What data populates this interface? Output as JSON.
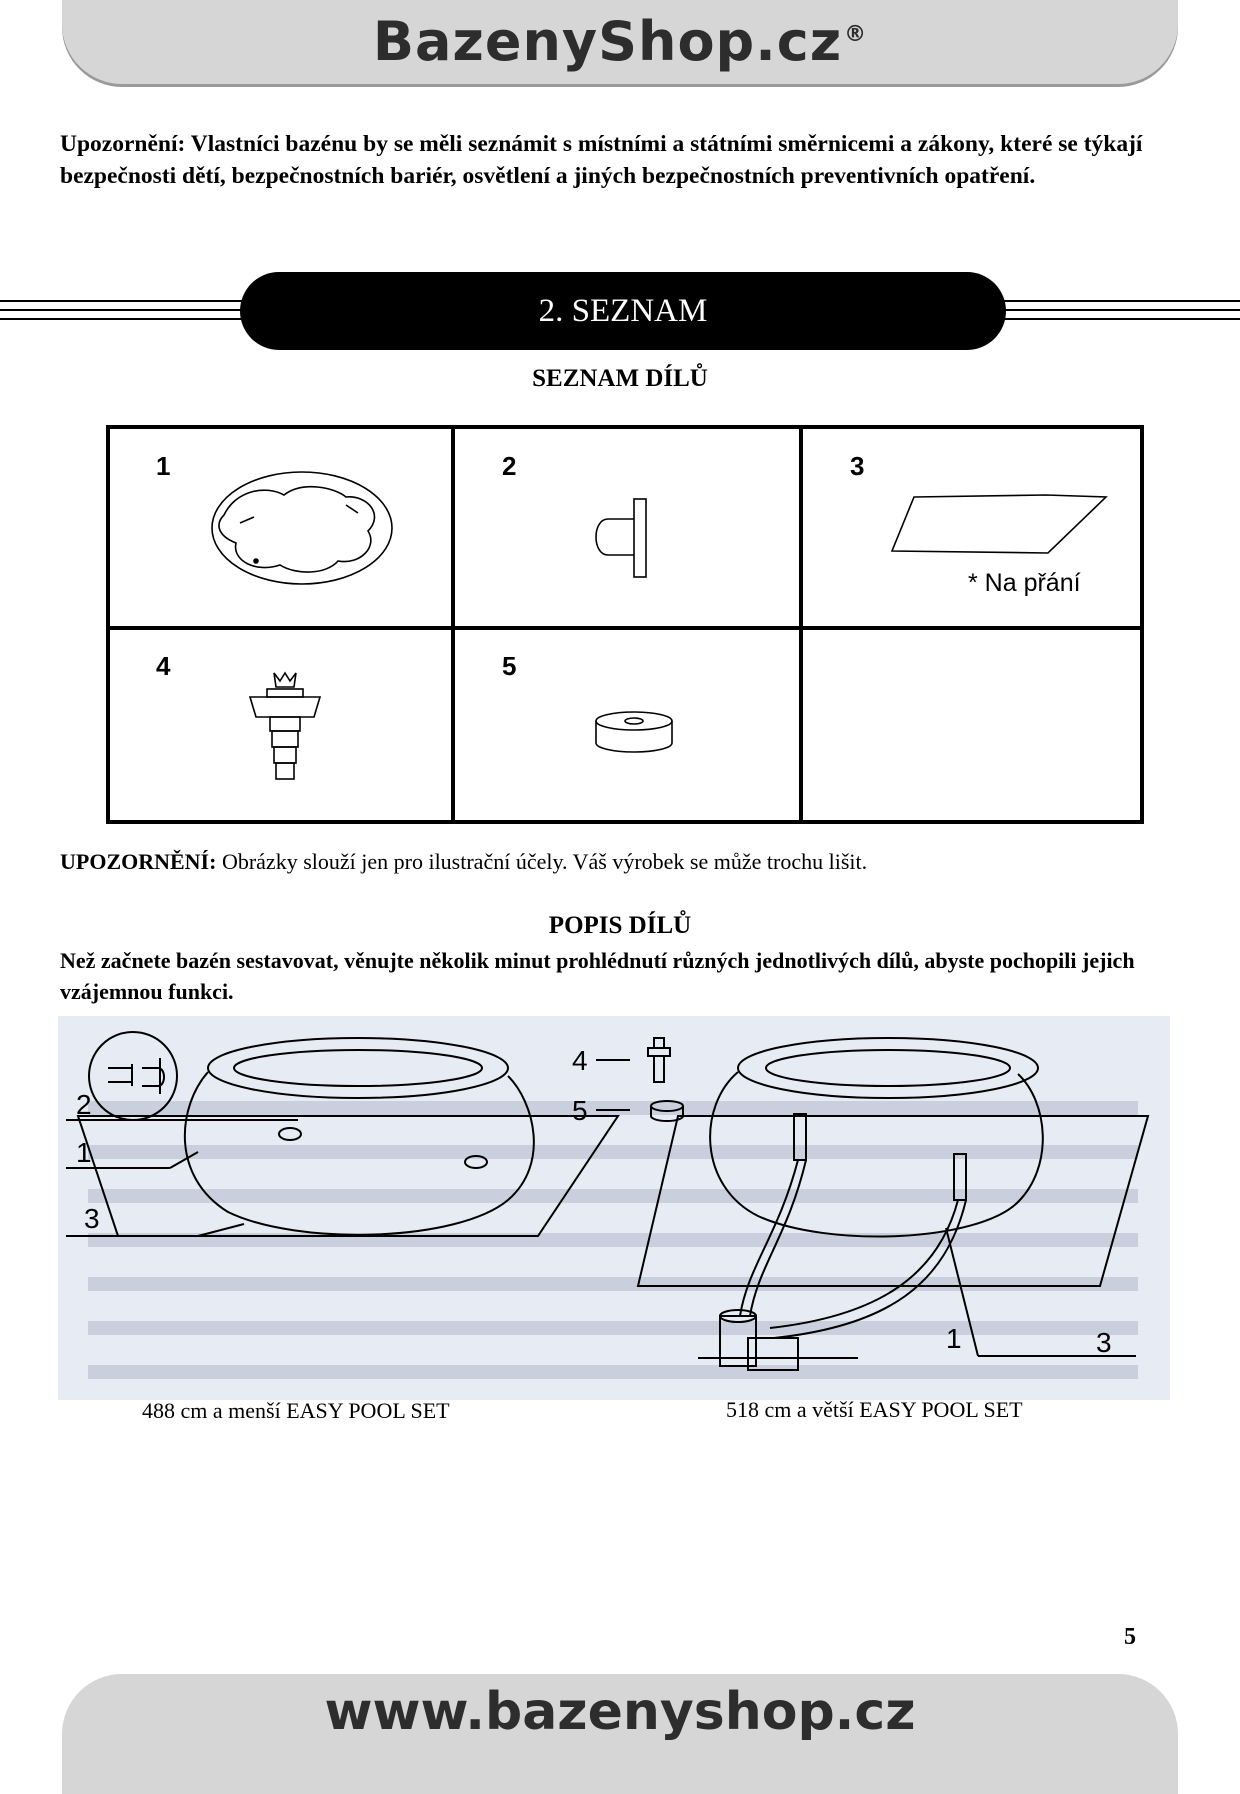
{
  "header": {
    "brand": "BazenyShop.cz",
    "registered": "®"
  },
  "warning": "Upozornění: Vlastníci bazénu by se měli seznámit s místními a státními směrnicemi a zákony, které se týkají bezpečnosti dětí, bezpečnostních bariér, osvětlení a jiných bezpečnostních preventivních opatření.",
  "section": {
    "title": "2. SEZNAM"
  },
  "parts_list": {
    "heading": "SEZNAM DÍLŮ",
    "items": [
      {
        "number": "1",
        "name": "pool-liner"
      },
      {
        "number": "2",
        "name": "strainer-connector"
      },
      {
        "number": "3",
        "name": "ground-cloth",
        "note": "* Na přání"
      },
      {
        "number": "4",
        "name": "plunger-valve"
      },
      {
        "number": "5",
        "name": "seal-ring"
      }
    ]
  },
  "illustration_note": {
    "label": "UPOZORNĚNÍ:",
    "text": " Obrázky slouží jen pro ilustrační účely. Váš výrobek se může trochu lišit."
  },
  "parts_description": {
    "heading": "POPIS DÍLŮ",
    "intro": "Než začnete bazén sestavovat, věnujte několik minut prohlédnutí různých jednotlivých dílů, abyste pochopili jejich vzájemnou funkci."
  },
  "diagram": {
    "left_callouts": [
      "2",
      "1",
      "3"
    ],
    "center_callouts": [
      "4",
      "5"
    ],
    "right_callouts": [
      "1",
      "3"
    ],
    "captions": [
      "488 cm a menší EASY POOL SET",
      "518 cm a větší EASY POOL SET"
    ]
  },
  "page_number": "5",
  "footer": {
    "url": "www.bazenyshop.cz"
  }
}
